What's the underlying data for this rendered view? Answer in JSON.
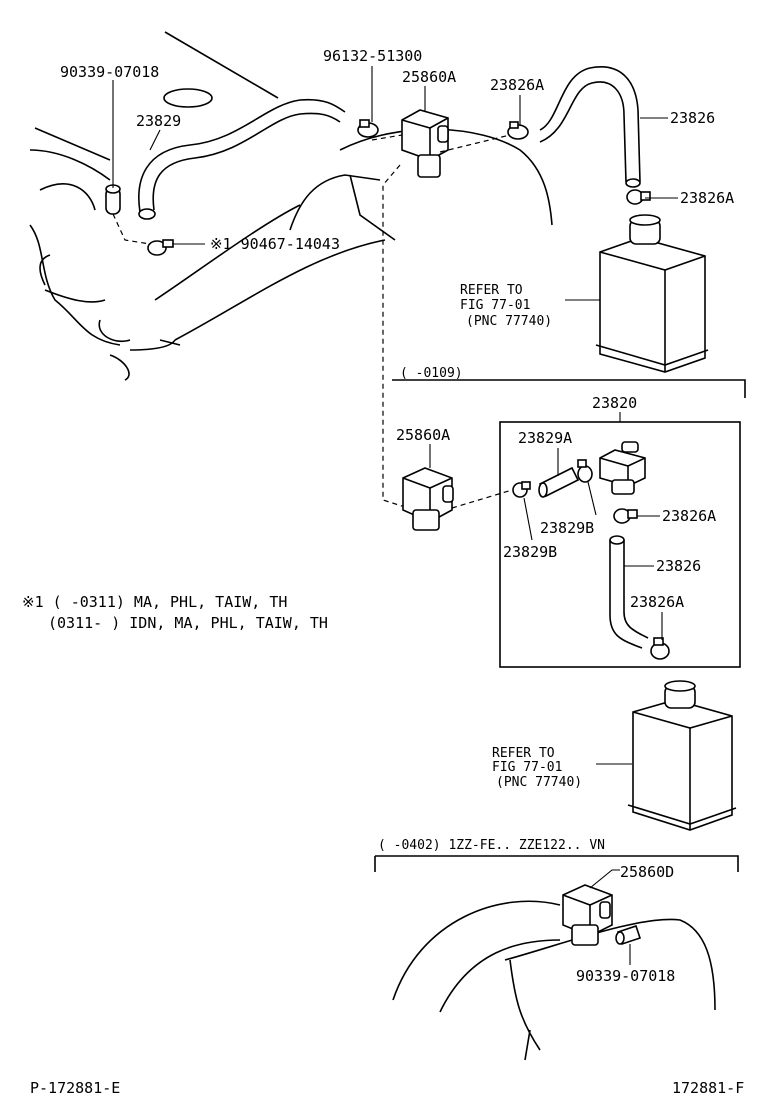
{
  "labels": {
    "p_90339_07018_top": "90339-07018",
    "p_96132_51300": "96132-51300",
    "p_25860A_top": "25860A",
    "p_23826A_top_left": "23826A",
    "p_23826_top": "23826",
    "p_23829": "23829",
    "p_23826A_top_right": "23826A",
    "p_90467_14043": "※1 90467-14043",
    "refer_top_1": "REFER TO",
    "refer_top_2": "FIG 77-01",
    "refer_top_3": "(PNC 77740)",
    "bracket_0109": "(     -0109)",
    "p_23820": "23820",
    "p_25860A_mid": "25860A",
    "p_23829A": "23829A",
    "p_23829B_right": "23829B",
    "p_23826A_mid_right": "23826A",
    "p_23829B_left": "23829B",
    "p_23826_mid": "23826",
    "p_23826A_mid_low": "23826A",
    "note_line_1": "※1 (     -0311) MA, PHL, TAIW, TH",
    "note_line_2": "(0311-      ) IDN, MA, PHL, TAIW, TH",
    "refer_mid_1": "REFER TO",
    "refer_mid_2": "FIG 77-01",
    "refer_mid_3": "(PNC 77740)",
    "bracket_0402": "(     -0402) 1ZZ-FE.. ZZE122.. VN",
    "p_25860D": "25860D",
    "p_90339_07018_bottom": "90339-07018",
    "footer_left": "P-172881-E",
    "footer_right": "172881-F"
  }
}
